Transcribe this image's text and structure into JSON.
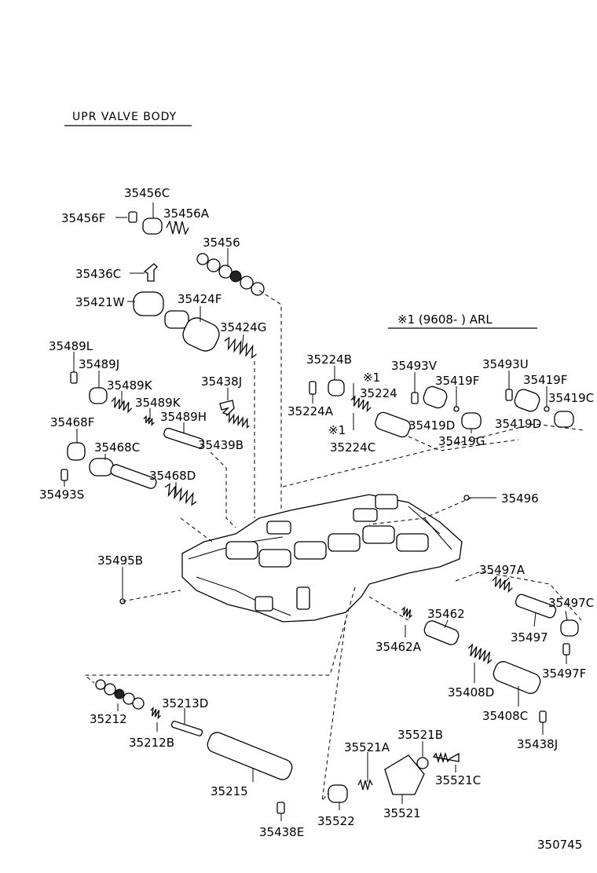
{
  "header": {
    "title": "UPR VALVE BODY",
    "note": "※1 (9608-       ) ARL",
    "figure_number": "350745"
  },
  "labels": {
    "p35456C": "35456C",
    "p35456F": "35456F",
    "p35456A": "35456A",
    "p35456": "35456",
    "p35436C": "35436C",
    "p35421W": "35421W",
    "p35424F": "35424F",
    "p35424G": "35424G",
    "p35489L": "35489L",
    "p35489J": "35489J",
    "p35489K_1": "35489K",
    "p35489K_2": "35489K",
    "p35438J_top": "35438J",
    "p35489H": "35489H",
    "p35439B": "35439B",
    "p35468F": "35468F",
    "p35468C": "35468C",
    "p35468D": "35468D",
    "p35493S": "35493S",
    "p35495B": "35495B",
    "p35224B": "35224B",
    "p35224A": "35224A",
    "mark1_a": "※1",
    "p35224": "35224",
    "mark1_b": "※1",
    "p35224C": "35224C",
    "p35493V": "35493V",
    "p35419F_1": "35419F",
    "p35419D_1": "35419D",
    "p35419G": "35419G",
    "p35493U": "35493U",
    "p35419F_2": "35419F",
    "p35419C": "35419C",
    "p35419D_2": "35419D",
    "p35496": "35496",
    "p35497A": "35497A",
    "p35497C": "35497C",
    "p35497": "35497",
    "p35497F": "35497F",
    "p35462": "35462",
    "p35462A": "35462A",
    "p35408D": "35408D",
    "p35408C": "35408C",
    "p35438J_bot": "35438J",
    "p35212": "35212",
    "p35213D": "35213D",
    "p35212B": "35212B",
    "p35215": "35215",
    "p35438E": "35438E",
    "p35521A": "35521A",
    "p35521B": "35521B",
    "p35521C": "35521C",
    "p35522": "35522",
    "p35521": "35521"
  }
}
